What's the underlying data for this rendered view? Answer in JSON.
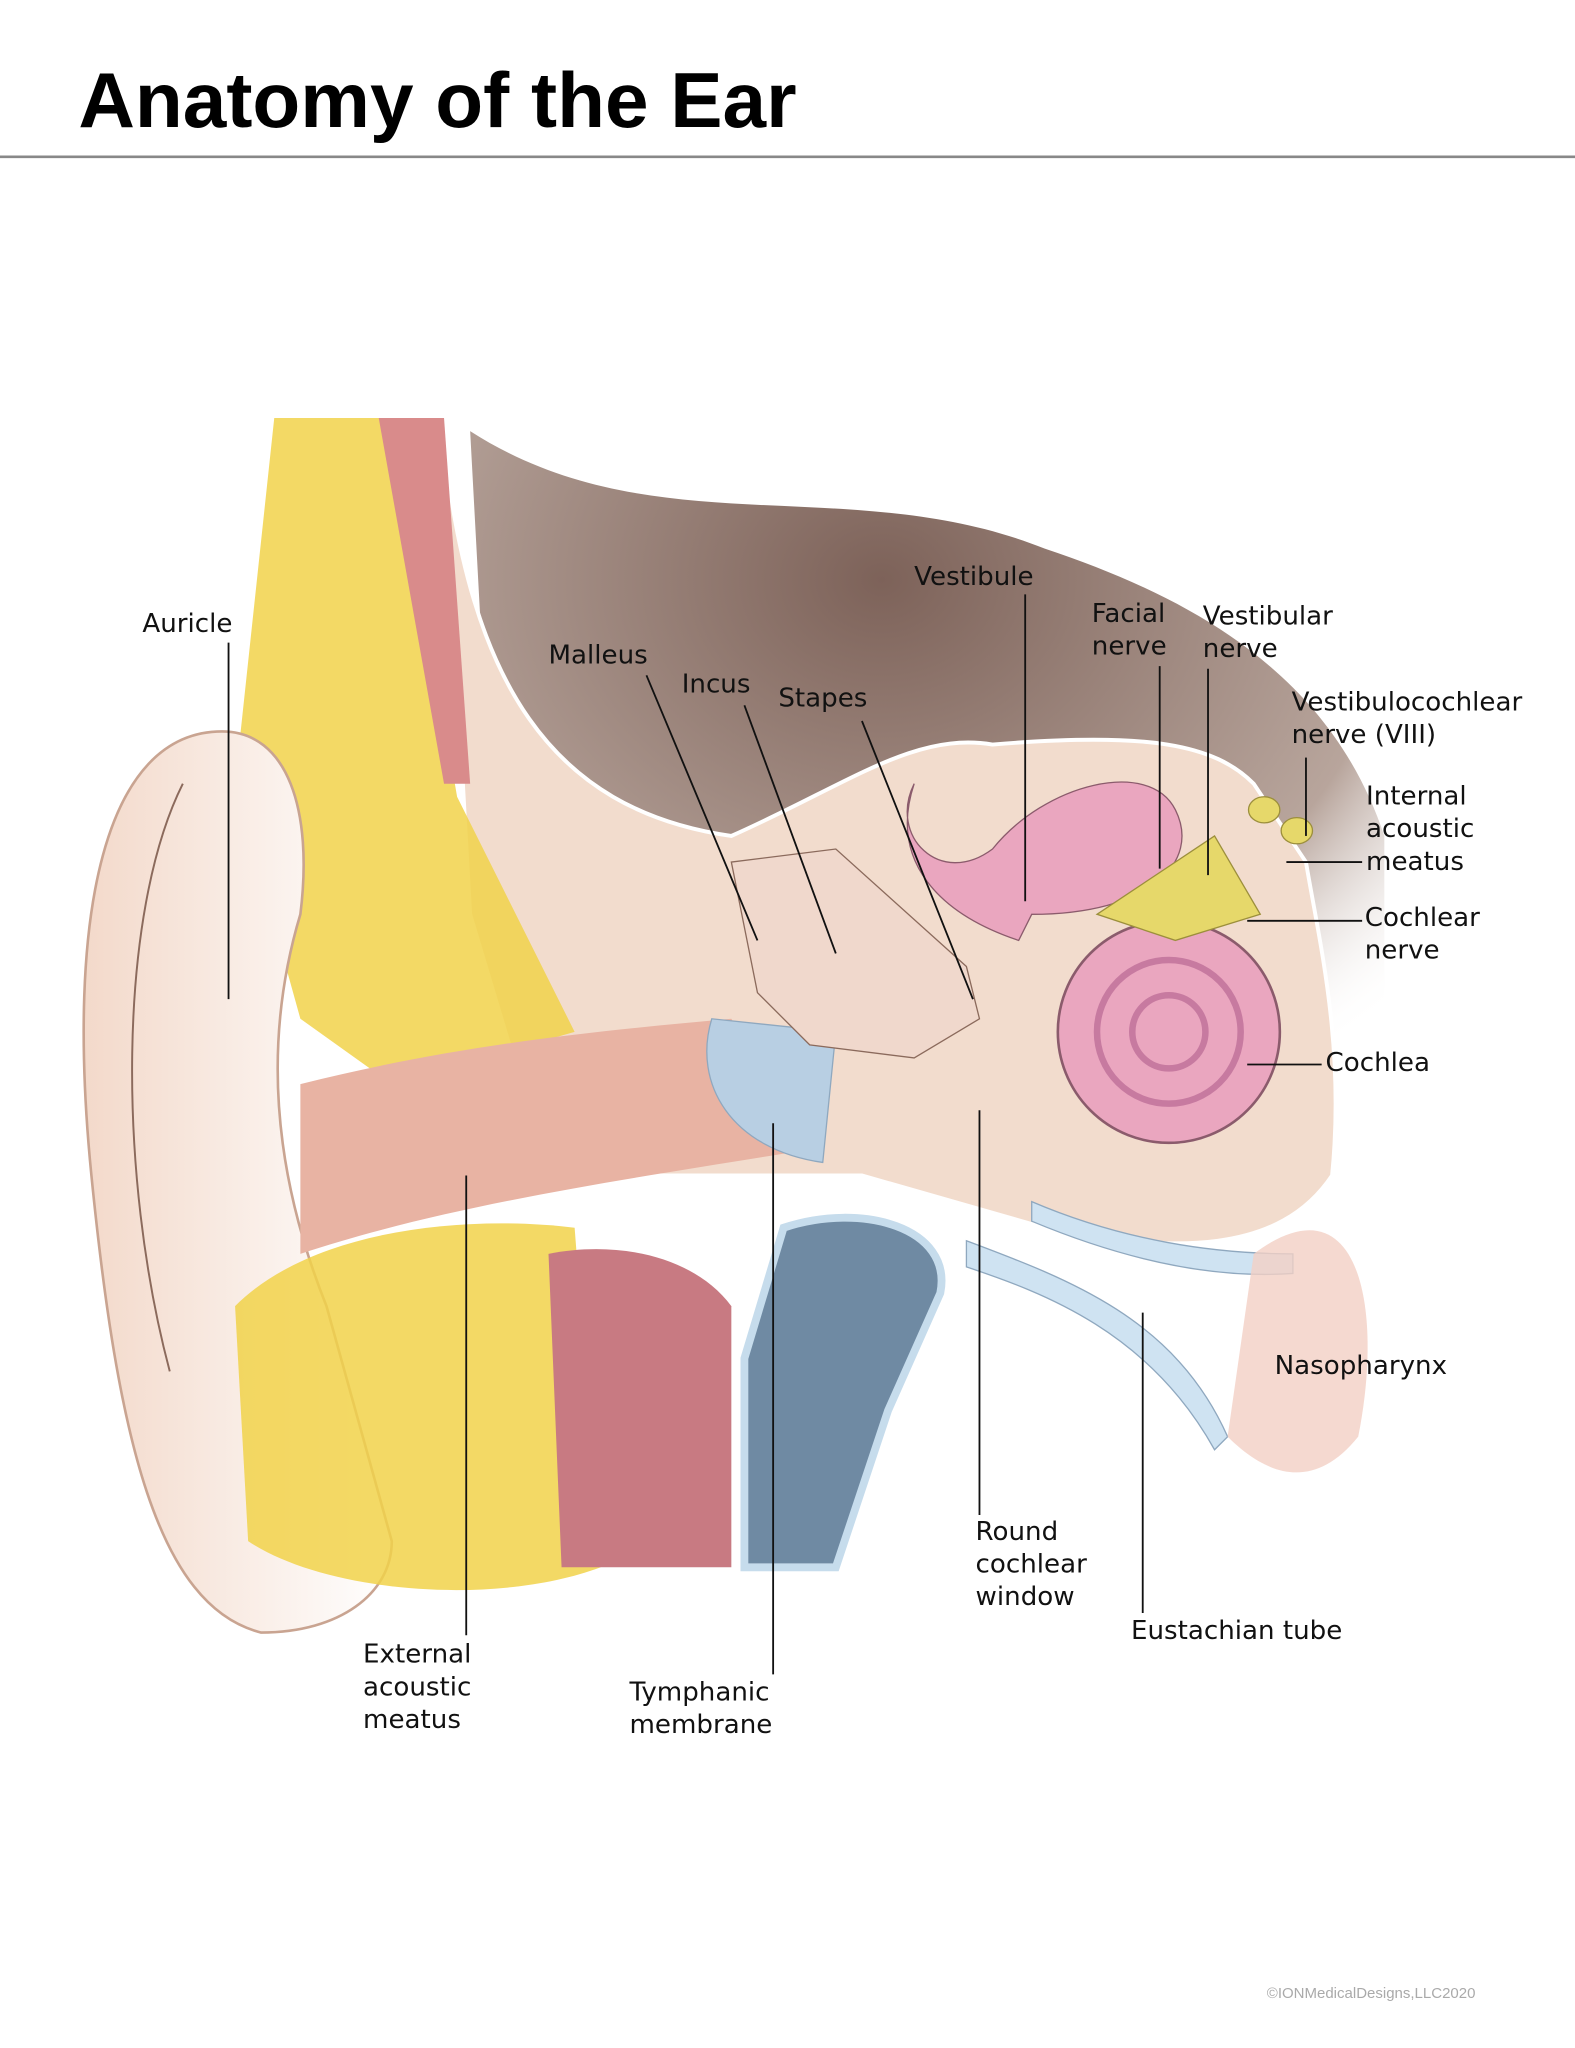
{
  "title": "Anatomy of the Ear",
  "labels": {
    "auricle": "Auricle",
    "malleus": "Malleus",
    "incus": "Incus",
    "stapes": "Stapes",
    "vestibule": "Vestibule",
    "facial_nerve": [
      "Facial",
      "nerve"
    ],
    "vestibular_nerve": [
      "Vestibular",
      "nerve"
    ],
    "vestibulocochlear_nerve": [
      "Vestibulocochlear",
      "nerve (VIII)"
    ],
    "internal_acoustic_meatus": [
      "Internal",
      "acoustic",
      "meatus"
    ],
    "cochlear_nerve": [
      "Cochlear",
      "nerve"
    ],
    "cochlea": "Cochlea",
    "nasopharynx": "Nasopharynx",
    "eustachian_tube": "Eustachian tube",
    "round_cochlear_window": [
      "Round",
      "cochlear",
      "window"
    ],
    "tymphanic_membrane": [
      "Tymphanic",
      "membrane"
    ],
    "external_acoustic_meatus": [
      "External",
      "acoustic",
      "meatus"
    ]
  },
  "copyright": "©IONMedicalDesigns,LLC2020",
  "colors": {
    "skin": "#f1c9b4",
    "fat": "#f1d24a",
    "bone": "#f3dfd0",
    "cochlea": "#e8a7c0",
    "cavity": "#8a6f64",
    "cartilage": "#cfe3f2",
    "vessel": "#6f8aa3",
    "nerve": "#e6d86a",
    "muscle": "#c86f7a"
  }
}
